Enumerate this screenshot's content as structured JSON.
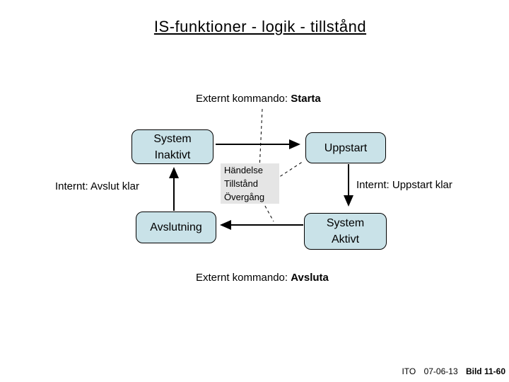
{
  "slide": {
    "title": "IS-funktioner - logik - tillstånd",
    "commands": {
      "top": {
        "prefix": "Externt kommando: ",
        "command": "Starta"
      },
      "bottom": {
        "prefix": "Externt kommando: ",
        "command": "Avsluta"
      }
    },
    "states": {
      "system_inaktivt": "System\nInaktivt",
      "uppstart": "Uppstart",
      "avslutning": "Avslutning",
      "system_aktivt": "System\nAktivt"
    },
    "internal_events": {
      "avslut_klar": "Internt: Avslut klar",
      "uppstart_klar": "Internt: Uppstart klar"
    },
    "legend": {
      "lines": [
        "Händelse",
        "Tillstånd",
        "Övergång"
      ]
    },
    "footer": {
      "org": "ITO",
      "date": "07-06-13",
      "slide_label": "Bild 11-60"
    },
    "colors": {
      "state_box_fill": "#c9e2e8",
      "legend_fill": "#e5e5e5",
      "line_color": "#000000",
      "background": "#ffffff"
    }
  }
}
